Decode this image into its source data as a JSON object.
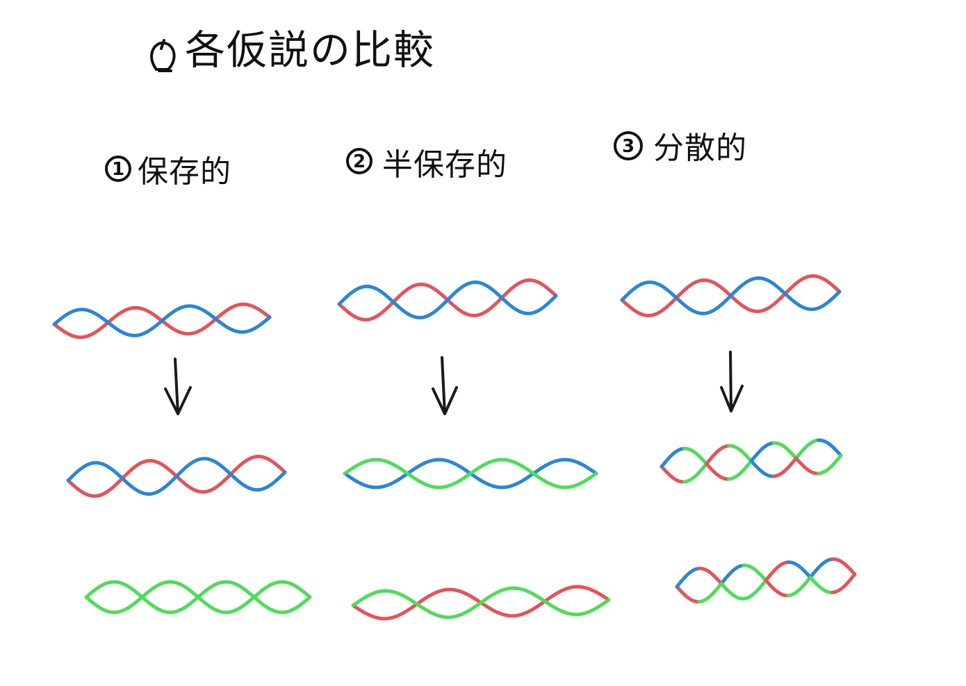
{
  "title": "各仮説の比較",
  "title_icon": "bulb-icon",
  "hypotheses": [
    {
      "number": "1",
      "label": "保存的"
    },
    {
      "number": "2",
      "label": "半保存的"
    },
    {
      "number": "3",
      "label": "分散的"
    }
  ],
  "colors": {
    "red": "#e5535a",
    "blue": "#2b86d6",
    "green": "#4fdc5a",
    "ink": "#111111"
  }
}
